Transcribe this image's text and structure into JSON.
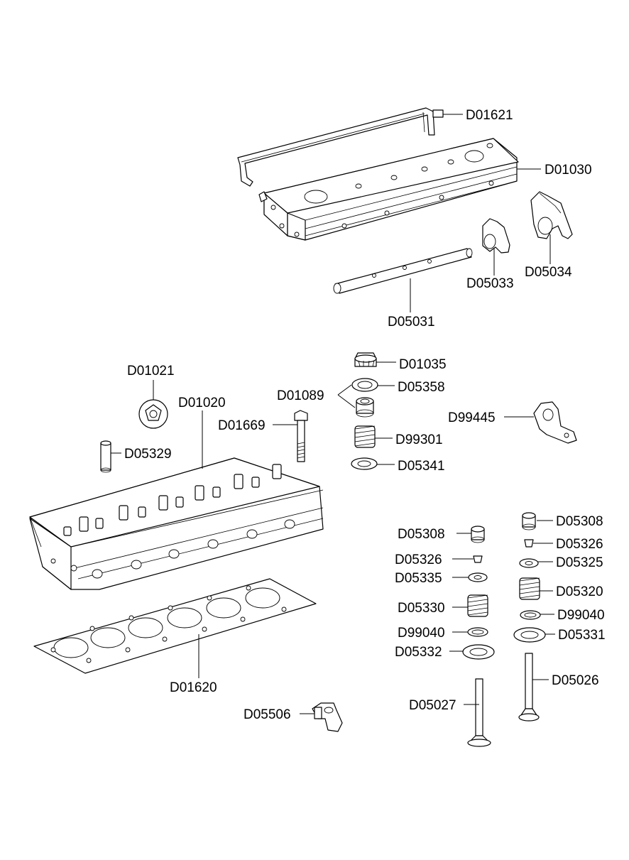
{
  "diagram": {
    "labels": {
      "d01621": "D01621",
      "d01030": "D01030",
      "d05034": "D05034",
      "d05033": "D05033",
      "d05031": "D05031",
      "d01035": "D01035",
      "d01021": "D01021",
      "d01020": "D01020",
      "d01089": "D01089",
      "d05358": "D05358",
      "d01669": "D01669",
      "d99445": "D99445",
      "d99301": "D99301",
      "d05329": "D05329",
      "d05341": "D05341",
      "d05308a": "D05308",
      "d05308b": "D05308",
      "d05326a": "D05326",
      "d05326b": "D05326",
      "d05325": "D05325",
      "d05335": "D05335",
      "d05320": "D05320",
      "d05330": "D05330",
      "d99040a": "D99040",
      "d99040b": "D99040",
      "d05331": "D05331",
      "d05332": "D05332",
      "d05026": "D05026",
      "d05027": "D05027",
      "d01620": "D01620",
      "d05506": "D05506"
    }
  }
}
